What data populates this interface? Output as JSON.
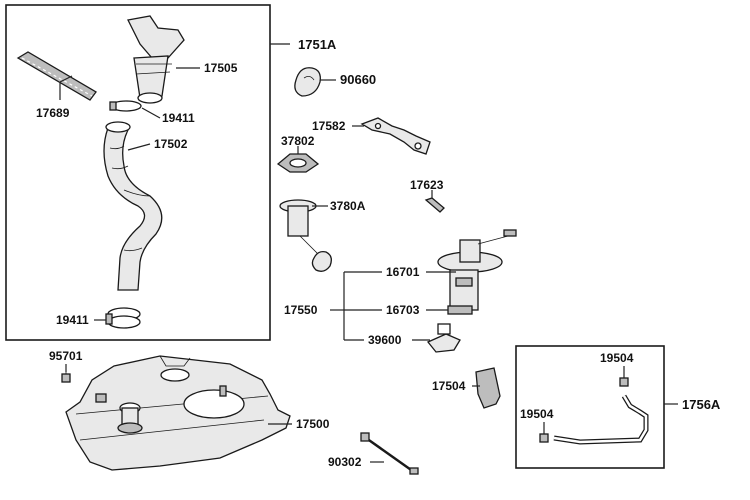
{
  "labels": {
    "p17505": "17505",
    "p17689": "17689",
    "p19411a": "19411",
    "p17502": "17502",
    "p19411b": "19411",
    "p1751A": "1751A",
    "p90660": "90660",
    "p17582": "17582",
    "p37802": "37802",
    "p3780A": "3780A",
    "p17623": "17623",
    "p16701": "16701",
    "p17550": "17550",
    "p16703": "16703",
    "p39600": "39600",
    "p95701": "95701",
    "p17504": "17504",
    "p19504a": "19504",
    "p19504b": "19504",
    "p1756A": "1756A",
    "p17500": "17500",
    "p90302": "90302"
  }
}
